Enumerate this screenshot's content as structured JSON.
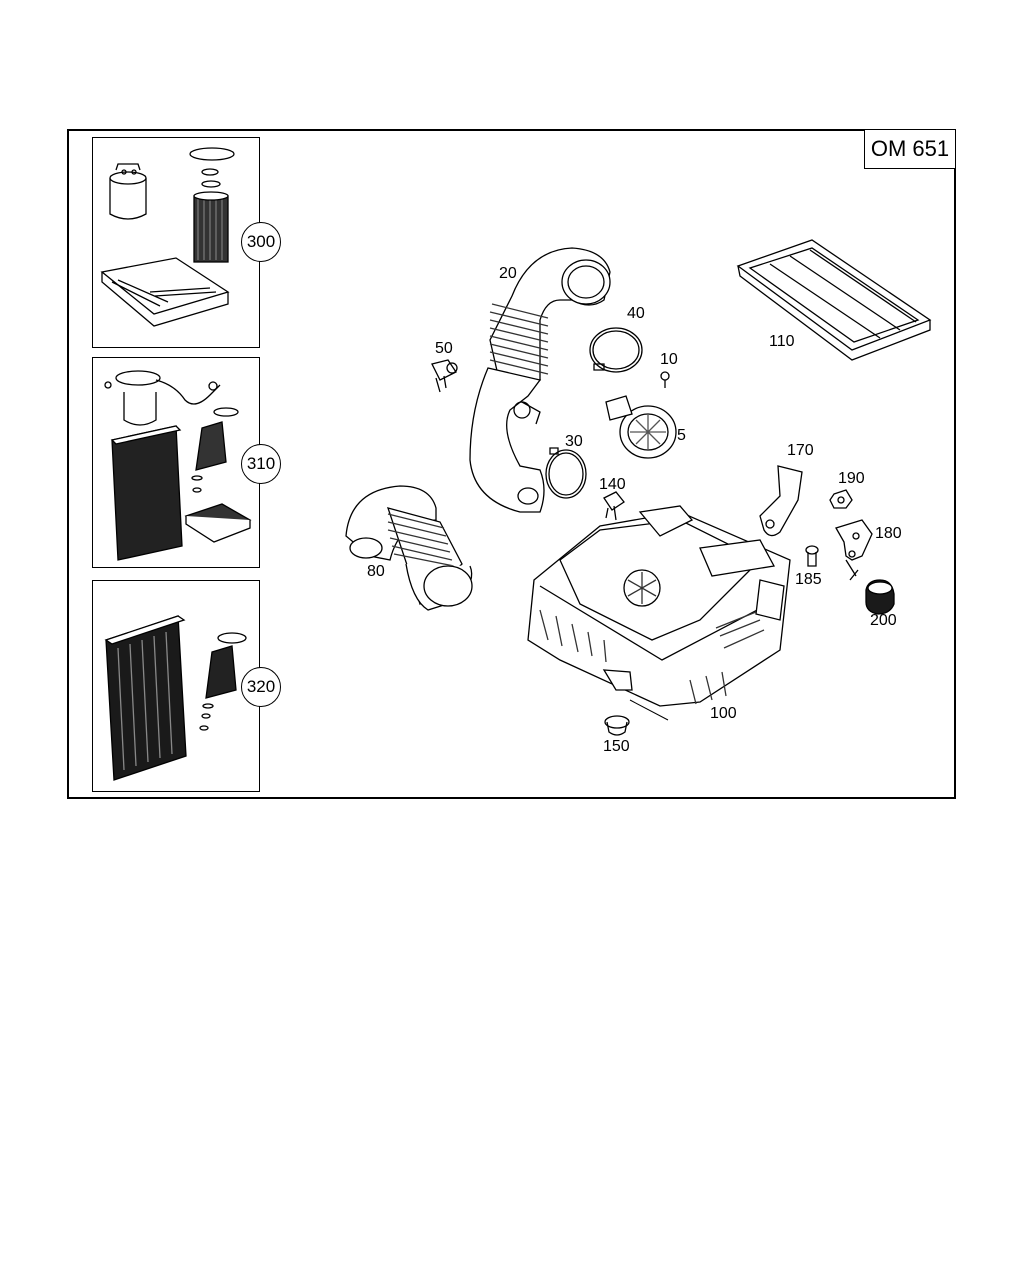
{
  "diagram": {
    "title": "OM 651",
    "kits": [
      {
        "id": "300"
      },
      {
        "id": "310"
      },
      {
        "id": "320"
      }
    ],
    "callouts": [
      "20",
      "40",
      "50",
      "10",
      "5",
      "30",
      "140",
      "110",
      "170",
      "190",
      "180",
      "185",
      "200",
      "80",
      "100",
      "150"
    ]
  }
}
